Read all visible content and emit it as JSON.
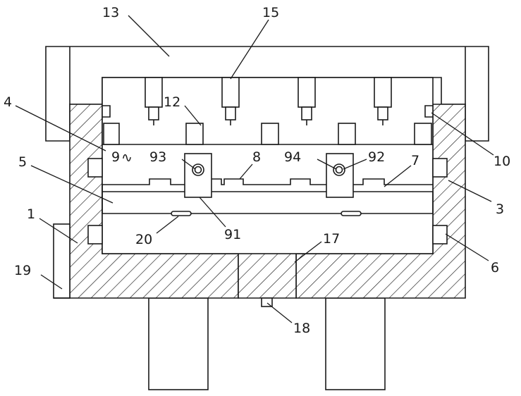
{
  "drawing": {
    "labels": {
      "l13": "13",
      "l15": "15",
      "l12": "12",
      "l4": "4",
      "l9": "9",
      "l93": "93",
      "l8": "8",
      "l94": "94",
      "l92": "92",
      "l7": "7",
      "l10": "10",
      "l5": "5",
      "l3": "3",
      "l1": "1",
      "l20": "20",
      "l91": "91",
      "l17": "17",
      "l6": "6",
      "l19": "19",
      "l18": "18"
    },
    "wave_symbol": "∿"
  }
}
